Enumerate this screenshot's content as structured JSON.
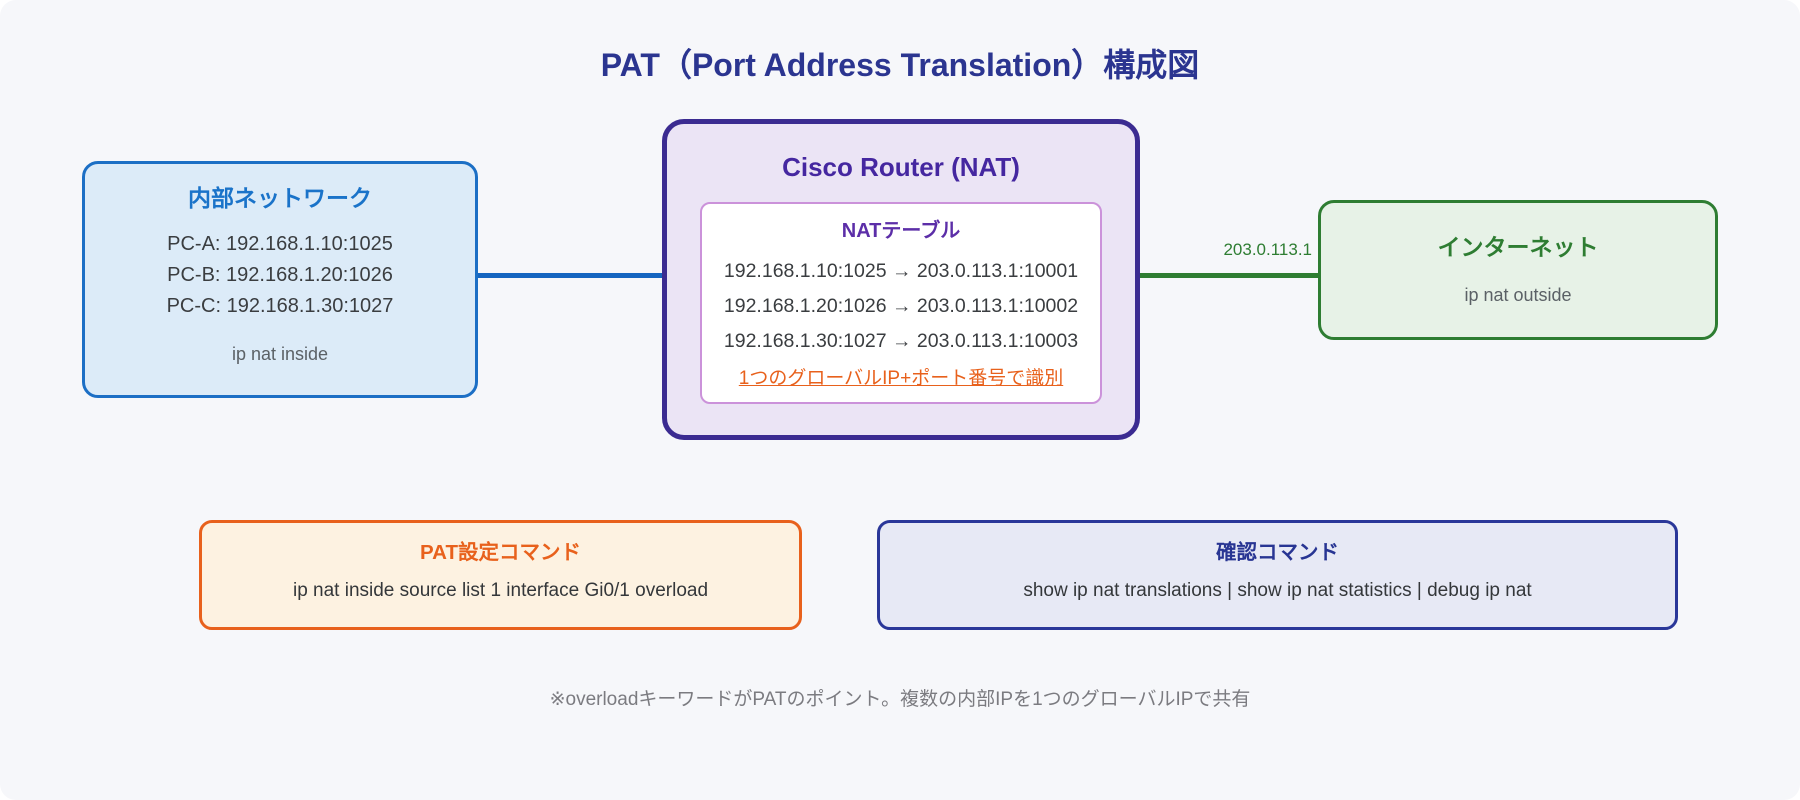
{
  "page_title": "PAT（Port Address Translation）構成図",
  "internal_network": {
    "title": "内部ネットワーク",
    "hosts": [
      "PC-A: 192.168.1.10:1025",
      "PC-B: 192.168.1.20:1026",
      "PC-C: 192.168.1.30:1027"
    ],
    "interface_label": "ip nat inside"
  },
  "router": {
    "title": "Cisco Router (NAT)",
    "nat_table": {
      "title": "NATテーブル",
      "entries": [
        "192.168.1.10:1025 → 203.0.113.1:10001",
        "192.168.1.20:1026 → 203.0.113.1:10002",
        "192.168.1.30:1027 → 203.0.113.1:10003"
      ],
      "note": "1つのグローバルIP+ポート番号で識別"
    }
  },
  "wan_link": {
    "ip_label": "203.0.113.1"
  },
  "internet": {
    "title": "インターネット",
    "interface_label": "ip nat outside"
  },
  "pat_command": {
    "title": "PAT設定コマンド",
    "command": "ip nat inside source list 1 interface Gi0/1 overload"
  },
  "verify_command": {
    "title": "確認コマンド",
    "command": "show ip nat translations | show ip nat statistics | debug ip nat"
  },
  "footnote": "※overloadキーワードがPATのポイント。複数の内部IPを1つのグローバルIPで共有",
  "colors": {
    "background": "#f6f7fa",
    "title_text": "#2b3590",
    "internal_border": "#1c6fc5",
    "internal_bg": "#dcebf8",
    "internal_title": "#1a73c9",
    "inside_link": "#1565c0",
    "router_border": "#3b2b91",
    "router_bg": "#ebe4f5",
    "router_title": "#4527a0",
    "nat_table_border": "#cb92da",
    "nat_table_title": "#5c2ea8",
    "nat_note": "#e8611c",
    "internet_border": "#2e7d32",
    "internet_bg": "#e7f2e7",
    "pat_border": "#e8611c",
    "pat_bg": "#fdf2e1",
    "verify_border": "#2a3799",
    "verify_bg": "#e7e9f5",
    "footnote_text": "#7b7b80"
  }
}
